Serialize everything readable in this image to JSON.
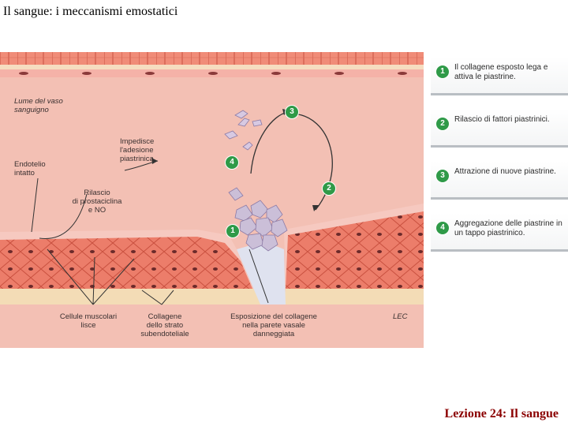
{
  "slide": {
    "title": "Il sangue: i meccanismi emostatici",
    "footer": "Lezione 24: Il sangue"
  },
  "figure": {
    "labels": {
      "lume": "Lume del vaso\nsanguigno",
      "endotelio": "Endotelio\nintatto",
      "impedisce": "Impedisce\nl'adesione\npiastrinica",
      "rilascio": "Rilascio\ndi prostaciclina\ne NO",
      "muscolari": "Cellule muscolari\nlisce",
      "collagene_strato": "Collagene\ndello strato\nsubendoteliale",
      "esposizione": "Esposizione del collagene\nnella parete vasale\ndanneggiata",
      "credit": "LEC"
    },
    "badges": [
      "1",
      "2",
      "3",
      "4"
    ]
  },
  "steps": [
    {
      "num": "1",
      "text": "Il collagene esposto lega e attiva le piastrine."
    },
    {
      "num": "2",
      "text": "Rilascio di fattori piastrinici."
    },
    {
      "num": "3",
      "text": "Attrazione di nuove piastrine."
    },
    {
      "num": "4",
      "text": "Aggregazione delle piastrine in un tappo piastrinico."
    }
  ],
  "colors": {
    "badge": "#2f9a48",
    "footer": "#8b0000",
    "lumen": "#f3c0b4",
    "tissue": "#e98572"
  }
}
